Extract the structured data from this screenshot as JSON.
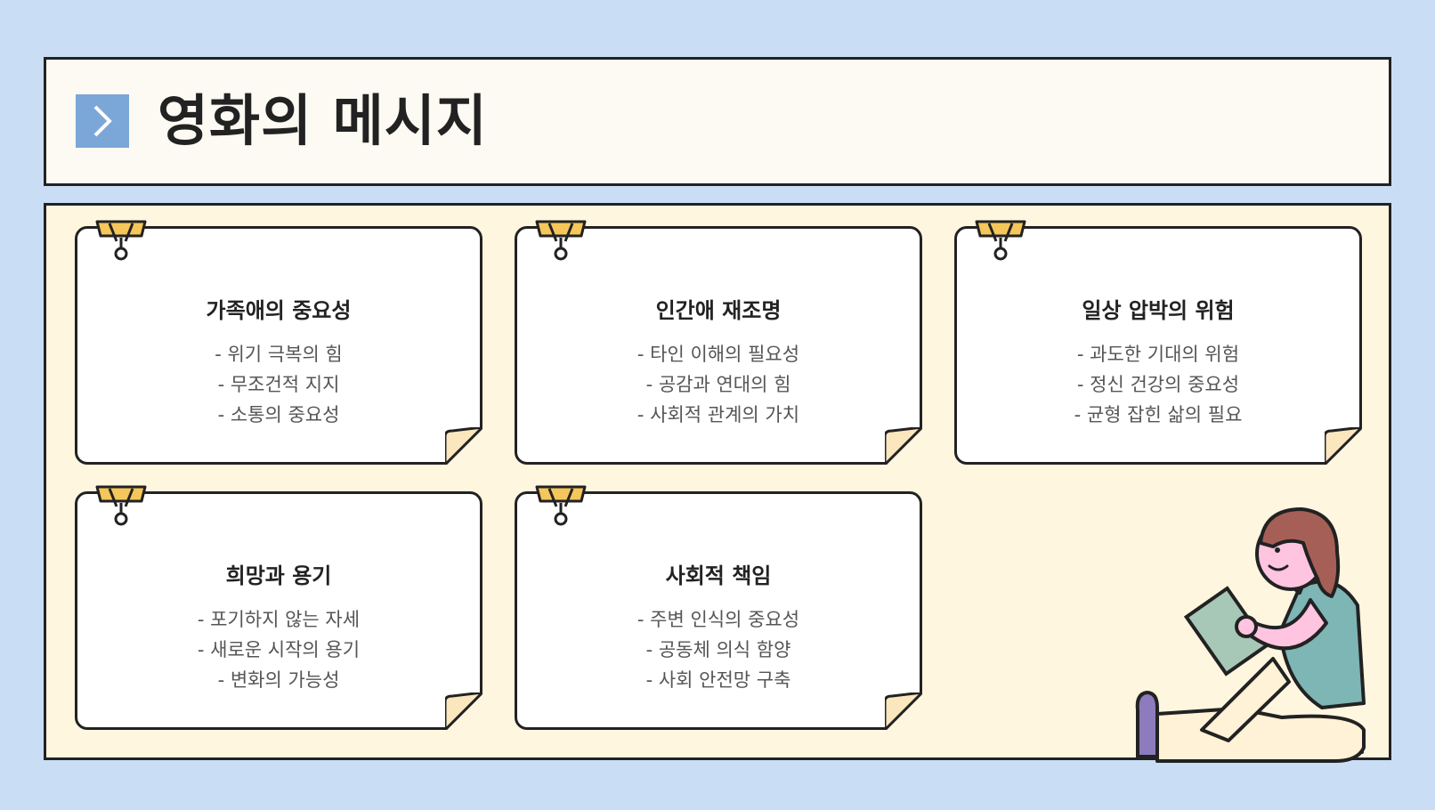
{
  "header": {
    "title": "영화의 메시지"
  },
  "cards": [
    {
      "title": "가족애의 중요성",
      "items": [
        "- 위기 극복의 힘",
        "- 무조건적 지지",
        "- 소통의 중요성"
      ]
    },
    {
      "title": "인간애 재조명",
      "items": [
        "- 타인 이해의 필요성",
        "- 공감과 연대의 힘",
        "- 사회적 관계의 가치"
      ]
    },
    {
      "title": "일상 압박의 위험",
      "items": [
        "- 과도한 기대의 위험",
        "- 정신 건강의 중요성",
        "- 균형 잡힌 삶의 필요"
      ]
    },
    {
      "title": "희망과 용기",
      "items": [
        "- 포기하지 않는 자세",
        "- 새로운 시작의 용기",
        "- 변화의 가능성"
      ]
    },
    {
      "title": "사회적 책임",
      "items": [
        "- 주변 인식의 중요성",
        "- 공동체 의식 함양",
        "- 사회 안전망 구축"
      ]
    }
  ],
  "icons": {
    "header": "chevron-right-icon",
    "card_clip": "binder-clip-icon",
    "illustration": "reading-person-illustration"
  },
  "colors": {
    "background": "#c9ddf5",
    "panel": "#fff6e0",
    "accent": "#7ba7d8",
    "clip": "#f5c65a"
  }
}
